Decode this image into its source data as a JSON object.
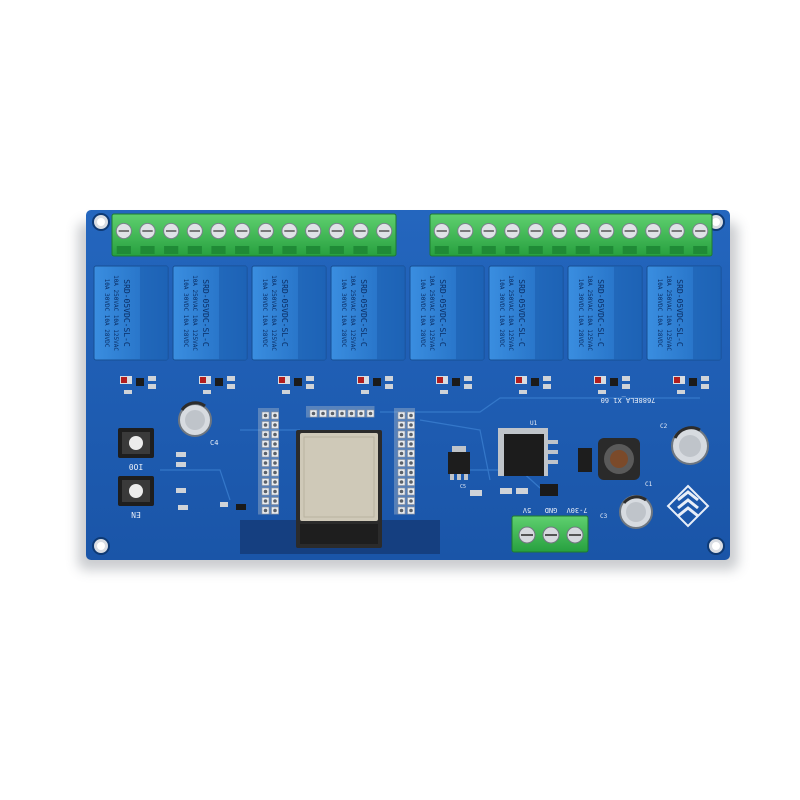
{
  "board": {
    "model": "7688ELA_X1 60",
    "relay_count": 8,
    "relay_part": "SRD-05VDC-SL-C",
    "relay_rating_lines": [
      "10A 250VAC 10A 125VAC",
      "10A 30VDC 10A 28VDC"
    ],
    "buttons": {
      "boot": "IO0",
      "enable": "EN"
    },
    "power_labels": {
      "v5": "5V",
      "gnd": "GND",
      "vin": "7-30V"
    },
    "ref_labels": {
      "c4": "C4",
      "c5": "C5",
      "c1": "C1",
      "c2": "C2",
      "c3": "C3",
      "u1": "U1"
    }
  },
  "colors": {
    "pcb": "#1f5fb5",
    "relay": "#2a7ad0",
    "terminal": "#2fb34a",
    "module": "#cfc9b8"
  },
  "icons": {
    "logo": "diamond-arrows-logo"
  }
}
